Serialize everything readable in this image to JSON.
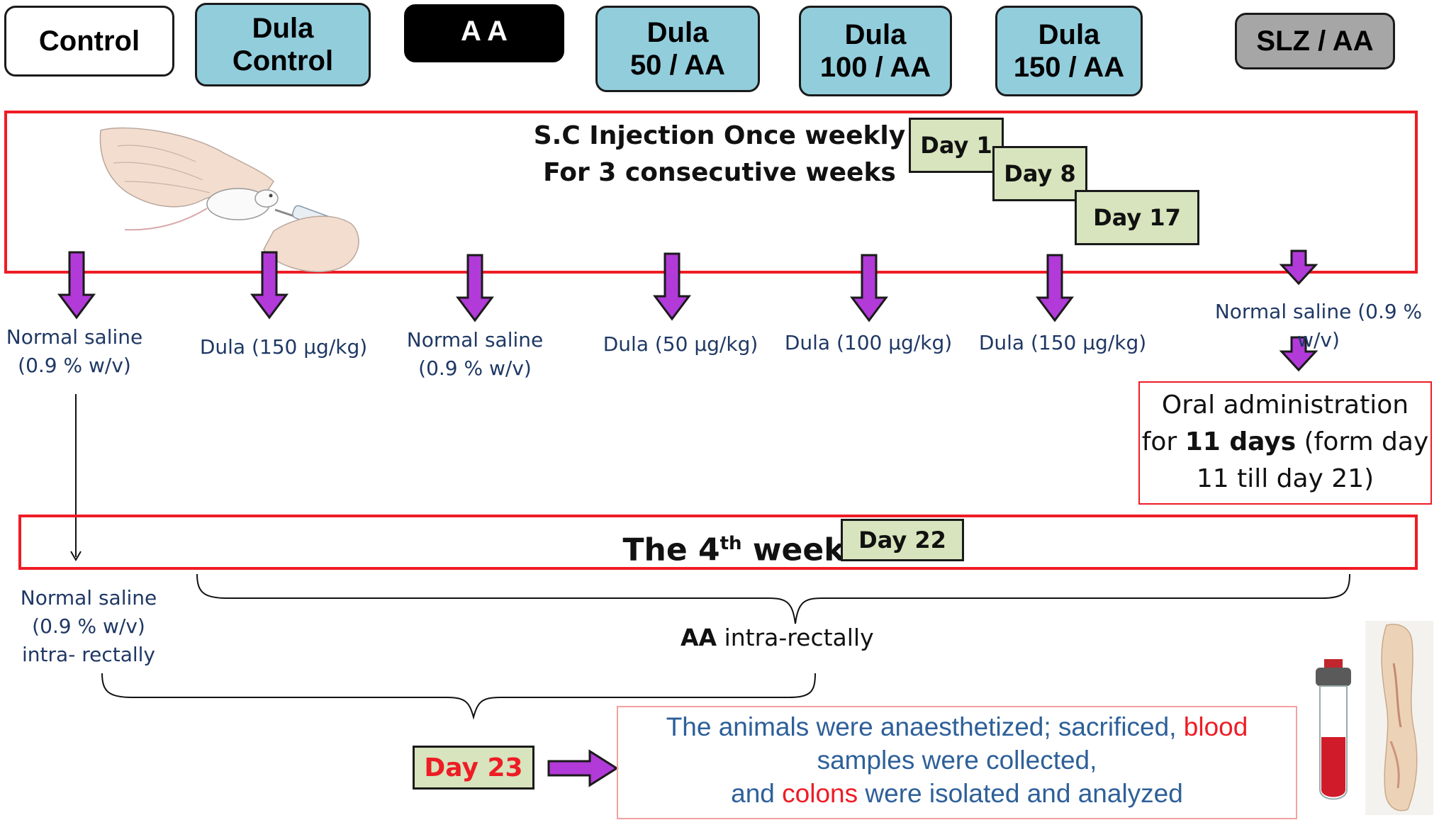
{
  "groups": [
    {
      "label": "Control",
      "style": "white"
    },
    {
      "label": "Dula\nControl",
      "style": "blue"
    },
    {
      "label": "A A",
      "style": "black"
    },
    {
      "label": "Dula\n50 / AA",
      "style": "blue"
    },
    {
      "label": "Dula\n100 / AA",
      "style": "blue"
    },
    {
      "label": "Dula\n150 / AA",
      "style": "blue"
    },
    {
      "label": "SLZ / AA",
      "style": "gray"
    }
  ],
  "injection": {
    "line1": "S.C Injection Once weekly",
    "line2": "For 3 consecutive weeks",
    "days": [
      "Day 1",
      "Day 8",
      "Day 17"
    ]
  },
  "treatments": [
    "Normal saline\n(0.9 % w/v)",
    "Dula (150 μg/kg)",
    "Normal saline\n(0.9 % w/v)",
    "Dula (50 μg/kg)",
    "Dula (100 μg/kg)",
    "Dula (150 μg/kg)",
    "Normal saline (0.9 % w/v)"
  ],
  "oral": {
    "line1": "Oral administration",
    "line2_pre": "for ",
    "line2_bold": "11 days",
    "line2_post": " (form day",
    "line3": "11 till day 21)"
  },
  "week4": {
    "pre": "The 4",
    "sup": "th",
    "post": " week",
    "day": "Day 22"
  },
  "control_rectal": "Normal saline\n(0.9 % w/v)\nintra- rectally",
  "aa_rectal": {
    "bold": "AA",
    "rest": " intra-rectally"
  },
  "day23": "Day 23",
  "final": {
    "p1": "The animals were anaesthetized; sacrificed, ",
    "p1_red": "blood",
    "p2": "samples were collected,",
    "p3_pre": "and ",
    "p3_red": "colons",
    "p3_post": " were isolated and analyzed"
  },
  "colors": {
    "red": "#ee1c25",
    "arrow": "#b13ad8",
    "blue_box": "#92cddc",
    "day_box": "#d7e4bd",
    "text_blue": "#1f3864"
  }
}
